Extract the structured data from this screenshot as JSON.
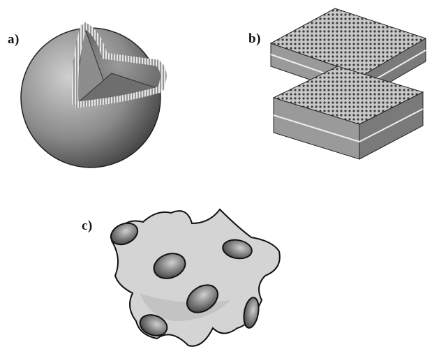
{
  "panels": {
    "a": {
      "label": "a)"
    },
    "b": {
      "label": "b)"
    },
    "c": {
      "label": "c)"
    }
  },
  "colors": {
    "ink": "#111111",
    "background": "#ffffff",
    "sphere_dark": "#3a3a3a",
    "sphere_light": "#bdbdbd",
    "bilayer_gray": "#8f8f8f",
    "cubic_surface": "#d6d6d6"
  }
}
